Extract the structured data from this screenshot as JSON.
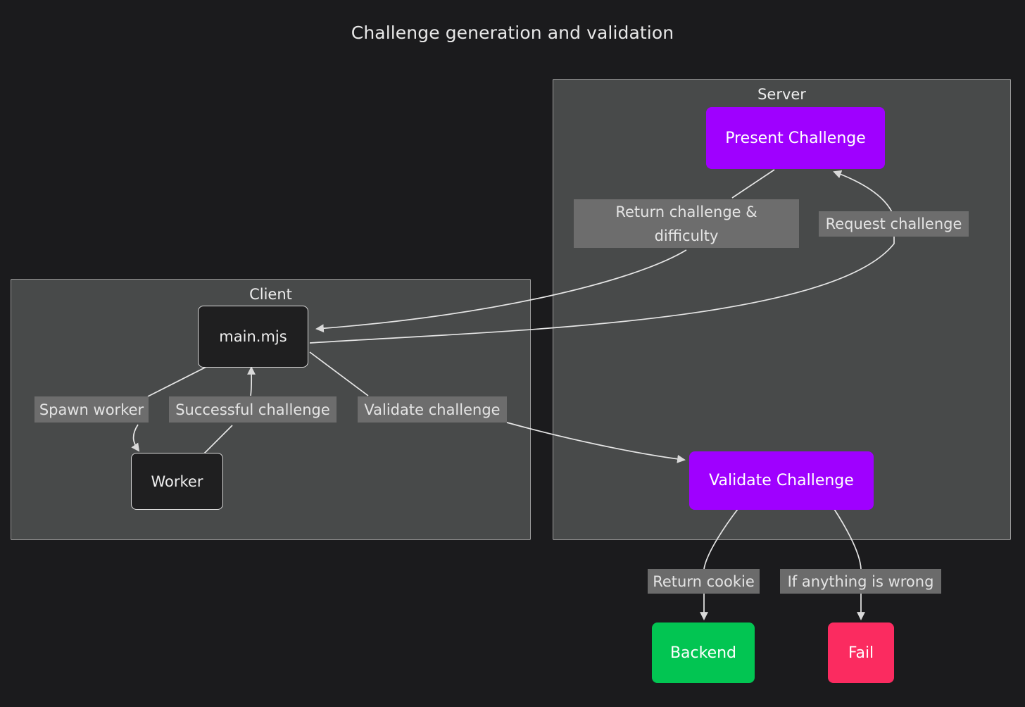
{
  "title": "Challenge generation and validation",
  "colors": {
    "background": "#1b1b1d",
    "subgraph_fill": "#484a4a",
    "subgraph_border": "#9b9b9b",
    "node_dark_fill": "#1f1f20",
    "node_dark_border": "#dcdcdc",
    "purple": "#9f00ff",
    "green": "#02c552",
    "pink": "#fb2b60",
    "edge_stroke": "#e6e6e6",
    "label_bg": "#6b6b6b",
    "text": "#eeeeee"
  },
  "subgraphs": [
    {
      "id": "client",
      "label": "Client"
    },
    {
      "id": "server",
      "label": "Server"
    }
  ],
  "nodes": [
    {
      "id": "main_mjs",
      "label": "main.mjs",
      "style": "dark",
      "group": "client"
    },
    {
      "id": "worker",
      "label": "Worker",
      "style": "dark",
      "group": "client"
    },
    {
      "id": "present_challenge",
      "label": "Present Challenge",
      "style": "purple",
      "group": "server"
    },
    {
      "id": "validate_challenge",
      "label": "Validate Challenge",
      "style": "purple",
      "group": "server"
    },
    {
      "id": "backend",
      "label": "Backend",
      "style": "green",
      "group": "none"
    },
    {
      "id": "fail",
      "label": "Fail",
      "style": "pink",
      "group": "none"
    }
  ],
  "edges": [
    {
      "id": "e1",
      "from": "main_mjs",
      "to": "present_challenge",
      "label": "Request challenge"
    },
    {
      "id": "e2",
      "from": "present_challenge",
      "to": "main_mjs",
      "label": "Return challenge &\ndifficulty"
    },
    {
      "id": "e3",
      "from": "main_mjs",
      "to": "worker",
      "label": "Spawn worker"
    },
    {
      "id": "e4",
      "from": "worker",
      "to": "main_mjs",
      "label": "Successful challenge"
    },
    {
      "id": "e5",
      "from": "main_mjs",
      "to": "validate_challenge",
      "label": "Validate challenge"
    },
    {
      "id": "e6",
      "from": "validate_challenge",
      "to": "backend",
      "label": "Return cookie"
    },
    {
      "id": "e7",
      "from": "validate_challenge",
      "to": "fail",
      "label": "If anything is wrong"
    }
  ]
}
